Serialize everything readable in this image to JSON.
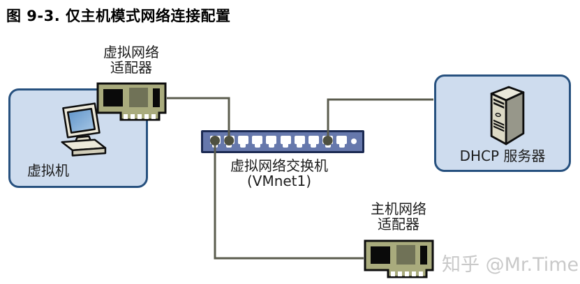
{
  "title": "图 9-3. 仅主机模式网络连接配置",
  "nodes": {
    "vm": {
      "label": "虚拟机"
    },
    "virtual_adapter": {
      "label_line1": "虚拟网络",
      "label_line2": "适配器"
    },
    "vswitch": {
      "label_line1": "虚拟网络交换机",
      "label_line2": "(VMnet1)",
      "port_count": 10,
      "connected_ports": [
        1,
        2,
        9
      ]
    },
    "dhcp_server": {
      "label": "DHCP 服务器"
    },
    "host_adapter": {
      "label_line1": "主机网络",
      "label_line2": "适配器"
    }
  },
  "watermark": "知乎 @Mr.Time",
  "colors": {
    "box_fill": "#cedcee",
    "box_border": "#27517f",
    "switch_fill": "#6678ac",
    "switch_border": "#1b2a52",
    "nic_body": "#a9ab7d",
    "wire": "#5b5c4e",
    "port_dot": "#4e5040",
    "screen_blue": "#6fa3d8",
    "watermark_gray": "#c9c9c9"
  }
}
